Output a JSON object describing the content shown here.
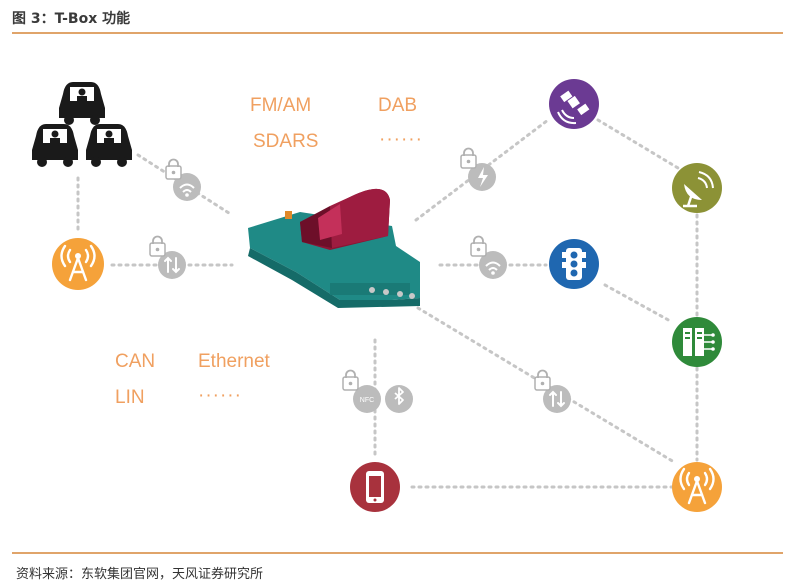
{
  "figure": {
    "title": "图 3：T-Box 功能",
    "source": "资料来源：东软集团官网，天风证券研究所"
  },
  "labels": {
    "fm_am": "FM/AM",
    "dab": "DAB",
    "sdars": "SDARS",
    "radio_more": "······",
    "can": "CAN",
    "ethernet": "Ethernet",
    "lin": "LIN",
    "bus_more": "······"
  },
  "badges": {
    "nfc": "NFC"
  },
  "colors": {
    "accent_orange": "#f5a23a",
    "label_orange": "#f0a060",
    "satellite_purple": "#6b3a93",
    "dish_olive": "#8c9236",
    "traffic_blue": "#1f67b0",
    "server_green": "#2f8a3a",
    "phone_red": "#a8323d",
    "connector_gray": "#bcbcbc",
    "rule": "#e0a46a"
  }
}
